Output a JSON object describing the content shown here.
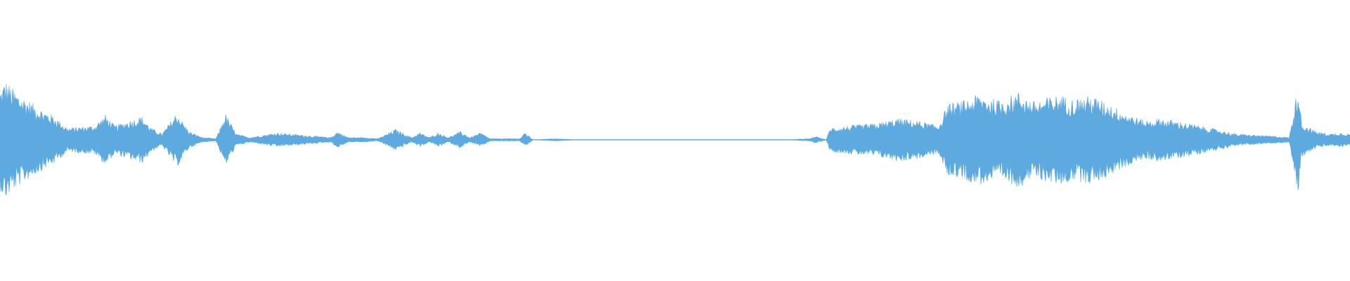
{
  "waveform": {
    "color": "#5DAAE0",
    "background": "#FFFFFF",
    "envelope": [
      [
        0.0,
        0.42
      ],
      [
        0.004,
        0.5
      ],
      [
        0.01,
        0.42
      ],
      [
        0.017,
        0.36
      ],
      [
        0.025,
        0.3
      ],
      [
        0.033,
        0.24
      ],
      [
        0.04,
        0.2
      ],
      [
        0.05,
        0.1
      ],
      [
        0.06,
        0.11
      ],
      [
        0.07,
        0.12
      ],
      [
        0.078,
        0.21
      ],
      [
        0.085,
        0.12
      ],
      [
        0.095,
        0.16
      ],
      [
        0.105,
        0.2
      ],
      [
        0.112,
        0.1
      ],
      [
        0.12,
        0.05
      ],
      [
        0.131,
        0.23
      ],
      [
        0.14,
        0.07
      ],
      [
        0.15,
        0.02
      ],
      [
        0.16,
        0.01
      ],
      [
        0.167,
        0.22
      ],
      [
        0.175,
        0.05
      ],
      [
        0.185,
        0.02
      ],
      [
        0.195,
        0.04
      ],
      [
        0.205,
        0.06
      ],
      [
        0.215,
        0.05
      ],
      [
        0.225,
        0.04
      ],
      [
        0.235,
        0.03
      ],
      [
        0.245,
        0.02
      ],
      [
        0.25,
        0.07
      ],
      [
        0.258,
        0.02
      ],
      [
        0.27,
        0.02
      ],
      [
        0.28,
        0.01
      ],
      [
        0.293,
        0.09
      ],
      [
        0.298,
        0.06
      ],
      [
        0.305,
        0.02
      ],
      [
        0.311,
        0.06
      ],
      [
        0.318,
        0.02
      ],
      [
        0.325,
        0.06
      ],
      [
        0.332,
        0.02
      ],
      [
        0.341,
        0.07
      ],
      [
        0.348,
        0.02
      ],
      [
        0.356,
        0.06
      ],
      [
        0.363,
        0.01
      ],
      [
        0.385,
        0.01
      ],
      [
        0.389,
        0.06
      ],
      [
        0.395,
        0.0
      ],
      [
        0.41,
        0.01
      ],
      [
        0.43,
        0.0
      ],
      [
        0.5,
        0.0
      ],
      [
        0.58,
        0.0
      ],
      [
        0.6,
        0.01
      ],
      [
        0.604,
        0.03
      ],
      [
        0.612,
        0.0
      ],
      [
        0.615,
        0.1
      ],
      [
        0.63,
        0.12
      ],
      [
        0.65,
        0.14
      ],
      [
        0.665,
        0.18
      ],
      [
        0.68,
        0.16
      ],
      [
        0.695,
        0.12
      ],
      [
        0.702,
        0.3
      ],
      [
        0.712,
        0.32
      ],
      [
        0.725,
        0.38
      ],
      [
        0.74,
        0.33
      ],
      [
        0.755,
        0.4
      ],
      [
        0.765,
        0.32
      ],
      [
        0.775,
        0.35
      ],
      [
        0.785,
        0.38
      ],
      [
        0.795,
        0.34
      ],
      [
        0.808,
        0.37
      ],
      [
        0.822,
        0.3
      ],
      [
        0.835,
        0.22
      ],
      [
        0.848,
        0.16
      ],
      [
        0.86,
        0.18
      ],
      [
        0.875,
        0.15
      ],
      [
        0.888,
        0.12
      ],
      [
        0.9,
        0.09
      ],
      [
        0.915,
        0.05
      ],
      [
        0.93,
        0.04
      ],
      [
        0.945,
        0.03
      ],
      [
        0.955,
        0.02
      ],
      [
        0.962,
        0.49
      ],
      [
        0.964,
        0.14
      ],
      [
        0.975,
        0.07
      ],
      [
        0.985,
        0.05
      ],
      [
        0.993,
        0.06
      ],
      [
        1.0,
        0.05
      ]
    ]
  }
}
